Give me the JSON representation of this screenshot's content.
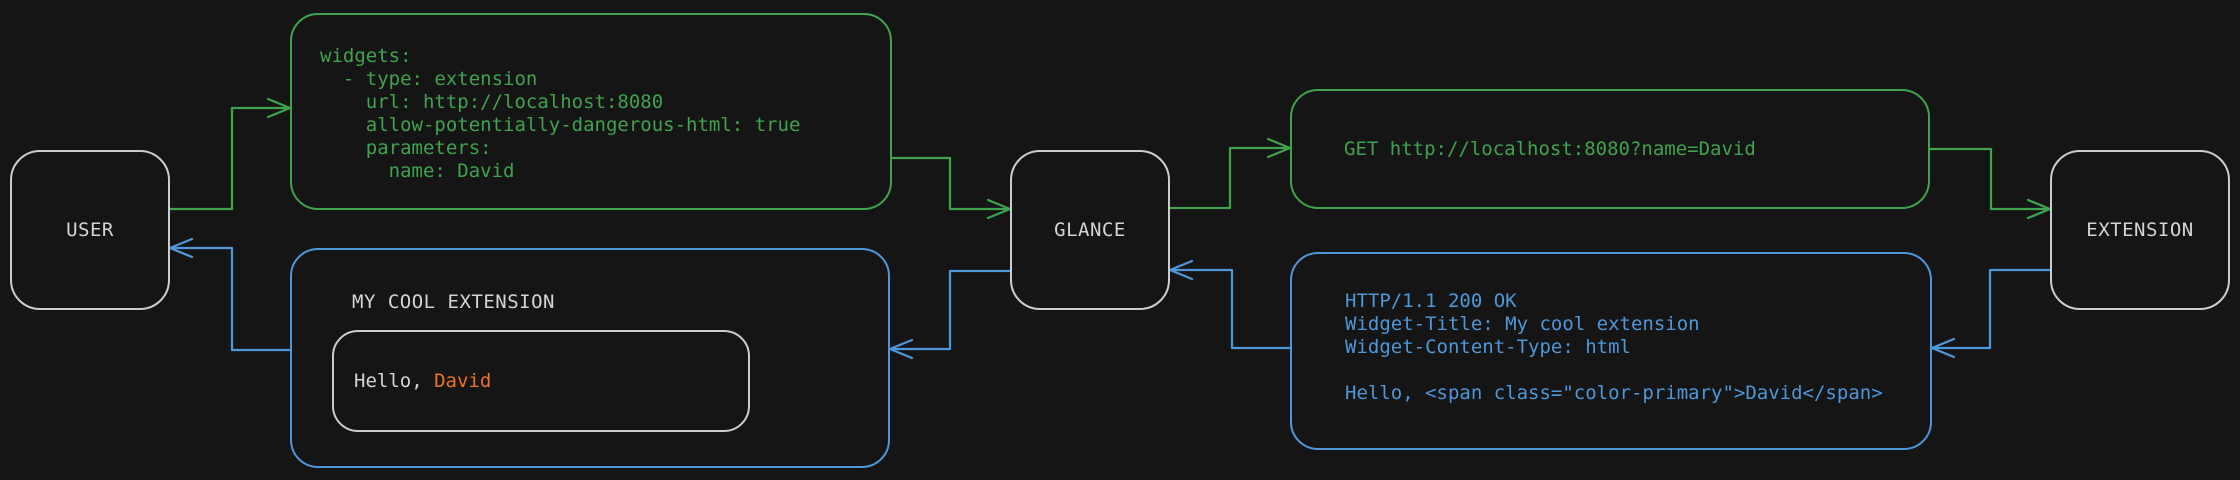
{
  "colors": {
    "bg": "#151515",
    "green": "#3fa34d",
    "blue": "#4e97d9",
    "orange": "#ec7326",
    "gray": "#d2d5d8",
    "border": "#c9cdd1"
  },
  "nodes": {
    "user": {
      "label": "USER"
    },
    "glance": {
      "label": "GLANCE"
    },
    "extension": {
      "label": "EXTENSION"
    }
  },
  "config_box": {
    "code": "widgets:\n  - type: extension\n    url: http://localhost:8080\n    allow-potentially-dangerous-html: true\n    parameters:\n      name: David"
  },
  "request_box": {
    "text": "GET http://localhost:8080?name=David"
  },
  "response_box": {
    "code": "HTTP/1.1 200 OK\nWidget-Title: My cool extension\nWidget-Content-Type: html\n\nHello, <span class=\"color-primary\">David</span>"
  },
  "widget_preview": {
    "title": "MY COOL EXTENSION",
    "greeting_prefix": "Hello, ",
    "greeting_name": "David"
  }
}
